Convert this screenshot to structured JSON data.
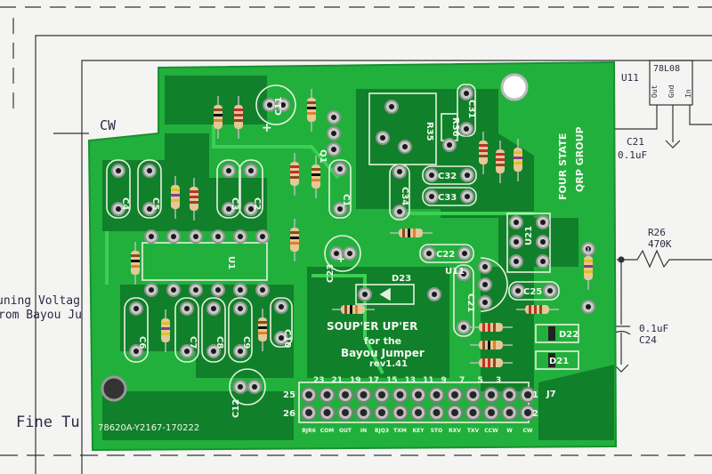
{
  "paper": {
    "cw": "CW",
    "tuning_voltage": "uning Voltag",
    "from_bayou": "rom Bayou Ju",
    "fine_tune": "Fine Tu",
    "u11": "U11",
    "reg_part": "78L08",
    "reg_pins": [
      "Out",
      "Gnd",
      "In"
    ],
    "c21": "C21",
    "c21_value": "0.1uF",
    "r26": "R26",
    "r26_value": "470K",
    "c24_value": "0.1uF",
    "c24": "C24"
  },
  "board": {
    "title": "SOUP'ER UP'ER",
    "subtitle": "for the",
    "product": "Bayou Jumper",
    "revision": "rev1.41",
    "maker_line1": "FOUR STATE",
    "maker_line2": "QRP GROUP",
    "part_number": "78620A-Y2167-170222",
    "refs": {
      "C1": "C1",
      "C2": "C2",
      "C3": "C3",
      "C4": "C4",
      "C5": "C5",
      "C6": "C6",
      "C7": "C7",
      "C8": "C8",
      "C9": "C9",
      "C10": "C10",
      "C11": "C11",
      "C12": "C12",
      "C21": "C21",
      "C22": "C22",
      "C23": "C23",
      "C25": "C25",
      "C31": "C31",
      "C32": "C32",
      "C33": "C33",
      "C34": "C34",
      "Q1": "Q1",
      "U1": "U1",
      "U11": "U11",
      "U21": "U21",
      "R35": "R35",
      "R36": "R36",
      "D21": "D21",
      "D22": "D22",
      "D23": "D23",
      "J7": "J7"
    },
    "header": {
      "odd_pins": [
        "23",
        "21",
        "19",
        "17",
        "15",
        "13",
        "11",
        "9",
        "7",
        "5",
        "3"
      ],
      "row_labels": [
        "25",
        "26",
        "1",
        "2"
      ],
      "signals": [
        "BJR6",
        "COM",
        "OUT",
        "IN",
        "BJQ3",
        "TXM",
        "KEY",
        "STO",
        "RXV",
        "TXV",
        "CCW",
        "W",
        "CW"
      ]
    },
    "colors": {
      "pcb": "#22b03c",
      "pcb_dark": "#11802a",
      "silk": "#f2f7ee"
    }
  }
}
